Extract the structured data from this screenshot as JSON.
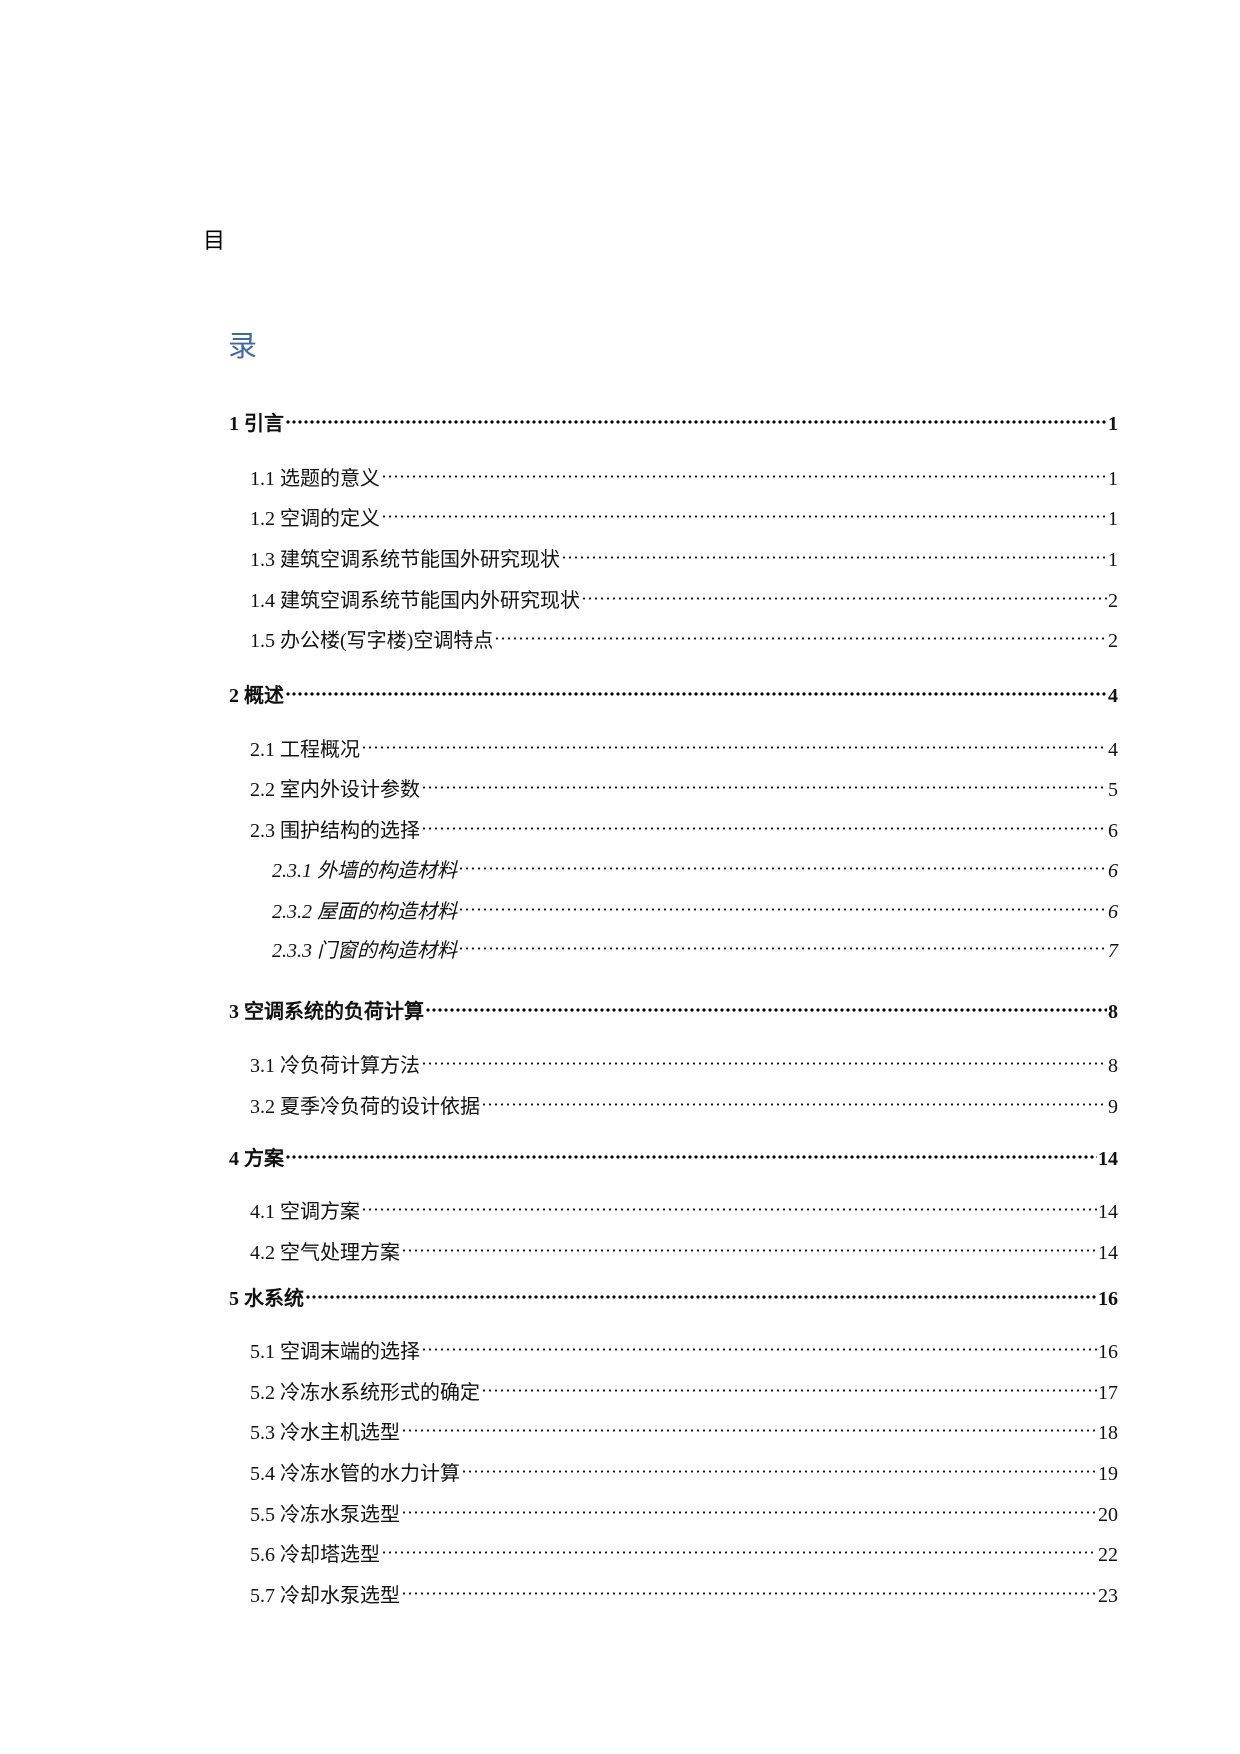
{
  "header": {
    "title_part1": "目",
    "title_part2": "录"
  },
  "colors": {
    "title_accent": "#3d6aa5",
    "text": "#111111"
  },
  "toc": {
    "entries": [
      {
        "level": 1,
        "label": "1 引言",
        "page": "1"
      },
      {
        "level": 2,
        "label": "1.1 选题的意义",
        "page": "1"
      },
      {
        "level": 2,
        "label": "1.2 空调的定义",
        "page": "1"
      },
      {
        "level": 2,
        "label": "1.3 建筑空调系统节能国外研究现状",
        "page": "1"
      },
      {
        "level": 2,
        "label": "1.4 建筑空调系统节能国内外研究现状",
        "page": "2"
      },
      {
        "level": 2,
        "label": "1.5 办公楼(写字楼)空调特点",
        "page": "2"
      },
      {
        "level": 1,
        "label": "2 概述",
        "page": "4"
      },
      {
        "level": 2,
        "label": "2.1 工程概况",
        "page": "4"
      },
      {
        "level": 2,
        "label": "2.2 室内外设计参数",
        "page": "5"
      },
      {
        "level": 2,
        "label": "2.3 围护结构的选择",
        "page": "6"
      },
      {
        "level": 3,
        "label": "2.3.1 外墙的构造材料",
        "page": "6"
      },
      {
        "level": 3,
        "label": "2.3.2 屋面的构造材料",
        "page": "6"
      },
      {
        "level": 3,
        "label": "2.3.3 门窗的构造材料",
        "page": "7"
      },
      {
        "level": 1,
        "label": "3 空调系统的负荷计算",
        "page": "8"
      },
      {
        "level": 2,
        "label": "3.1 冷负荷计算方法",
        "page": "8"
      },
      {
        "level": 2,
        "label": "3.2 夏季冷负荷的设计依据",
        "page": "9"
      },
      {
        "level": 1,
        "label": "4 方案",
        "page": "14"
      },
      {
        "level": 2,
        "label": "4.1 空调方案",
        "page": "14"
      },
      {
        "level": 2,
        "label": "4.2 空气处理方案",
        "page": "14"
      },
      {
        "level": 1,
        "label": "5 水系统",
        "page": "16"
      },
      {
        "level": 2,
        "label": "5.1 空调末端的选择",
        "page": "16"
      },
      {
        "level": 2,
        "label": "5.2 冷冻水系统形式的确定",
        "page": "17"
      },
      {
        "level": 2,
        "label": "5.3 冷水主机选型",
        "page": "18"
      },
      {
        "level": 2,
        "label": "5.4 冷冻水管的水力计算",
        "page": "19"
      },
      {
        "level": 2,
        "label": "5.5 冷冻水泵选型",
        "page": "20"
      },
      {
        "level": 2,
        "label": "5.6 冷却塔选型",
        "page": "22"
      },
      {
        "level": 2,
        "label": "5.7 冷却水泵选型",
        "page": "23"
      }
    ]
  }
}
